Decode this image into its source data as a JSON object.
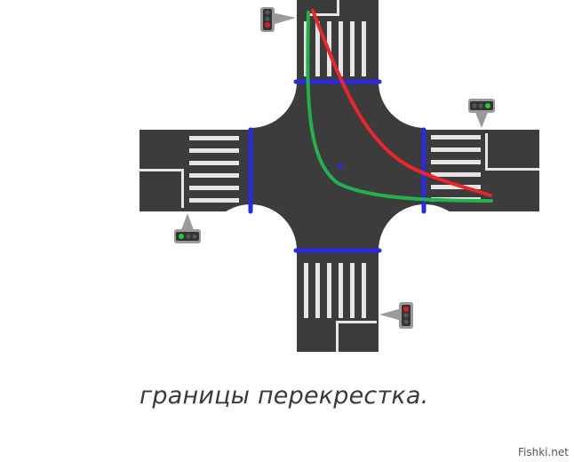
{
  "caption": "границы перекрестка.",
  "watermark": "Fishki.net",
  "colors": {
    "asphalt": "#3c3c3c",
    "crosswalk": "#e6e6e6",
    "boundary_line": "#2a2ae0",
    "path_red": "#e8262b",
    "path_green": "#22b14c",
    "signal_red": "#e02020",
    "signal_green": "#22cc33",
    "signal_body": "#9a9a9a"
  },
  "traffic_lights": [
    {
      "name": "traffic-light-north",
      "active": "red"
    },
    {
      "name": "traffic-light-east",
      "active": "green"
    },
    {
      "name": "traffic-light-west",
      "active": "green"
    },
    {
      "name": "traffic-light-south",
      "active": "red"
    }
  ],
  "paths": [
    {
      "name": "red-turn-path",
      "color": "red"
    },
    {
      "name": "green-turn-path",
      "color": "green"
    }
  ]
}
